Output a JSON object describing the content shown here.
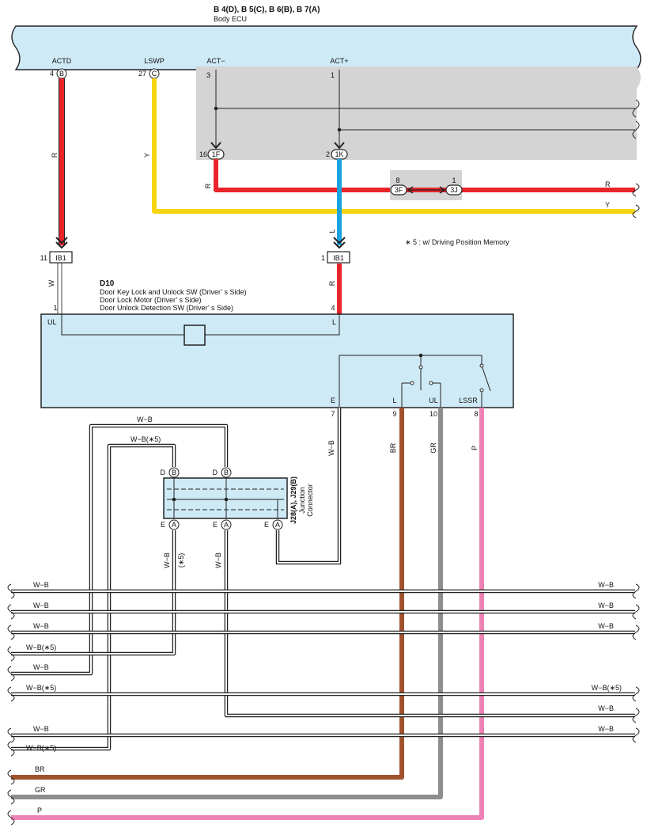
{
  "header": {
    "connectors": "B 4(D), B 5(C), B 6(B), B 7(A)",
    "name": "Body ECU"
  },
  "ecu_pins": [
    {
      "label": "ACTD",
      "pin": "4",
      "code": "B"
    },
    {
      "label": "LSWP",
      "pin": "27",
      "code": "C"
    },
    {
      "label": "ACT−",
      "pin": "3"
    },
    {
      "label": "ACT+",
      "pin": "1"
    }
  ],
  "gray_connectors": {
    "c1f": {
      "pin": "16",
      "code": "1F"
    },
    "c1k": {
      "pin": "2",
      "code": "1K"
    },
    "c3f": {
      "pin": "8",
      "code": "3F"
    },
    "c3j": {
      "pin": "1",
      "code": "3J"
    }
  },
  "ib1": [
    {
      "pin": "11",
      "code": "IB1"
    },
    {
      "pin": "1",
      "code": "IB1"
    }
  ],
  "note": "∗ 5 : w/ Driving Position Memory",
  "d10": {
    "id": "D10",
    "lines": [
      "Door Key Lock and Unlock SW (Driver’ s Side)",
      "Door Lock Motor (Driver’ s Side)",
      "Door Unlock Detection SW (Driver’ s Side)"
    ],
    "pin_ul": "1",
    "pin_l": "4",
    "in_ul": "UL",
    "in_l": "L",
    "bottom": [
      {
        "label": "E",
        "pin": "7"
      },
      {
        "label": "L",
        "pin": "9"
      },
      {
        "label": "UL",
        "pin": "10"
      },
      {
        "label": "LSSR",
        "pin": "8"
      }
    ]
  },
  "junction": {
    "title": "J28(A), J29(B)",
    "sub1": "Junction",
    "sub2": "Connector",
    "top": [
      {
        "side": "D",
        "code": "B"
      },
      {
        "side": "D",
        "code": "B"
      }
    ],
    "bottom": [
      {
        "side": "E",
        "code": "A"
      },
      {
        "side": "E",
        "code": "A"
      },
      {
        "side": "E",
        "code": "A"
      }
    ]
  },
  "wire_colors": {
    "r": "R",
    "y": "Y",
    "w": "W",
    "l": "L",
    "wb": "W−B",
    "wb5": "W−B(∗5)",
    "br": "BR",
    "gr": "GR",
    "p": "P",
    "s5": "(∗5)"
  },
  "bus": {
    "left": [
      "W−B",
      "W−B",
      "W−B",
      "W−B(∗5)",
      "W−B",
      "W−B(∗5)",
      "W−B",
      "W−B(∗5)",
      "BR",
      "GR",
      "P"
    ],
    "right": [
      "W−B",
      "W−B",
      "W−B",
      "W−B(∗5)",
      "W−B",
      "W−B"
    ]
  },
  "colors": {
    "ecu_fill": "#cfeaf7",
    "gray_box": "#d4d4d4",
    "red": "#e8252b",
    "yellow": "#f7d611",
    "blue": "#1aa3de",
    "brown": "#a0522d",
    "gray_wire": "#8e8e90",
    "pink": "#ee82b4"
  }
}
